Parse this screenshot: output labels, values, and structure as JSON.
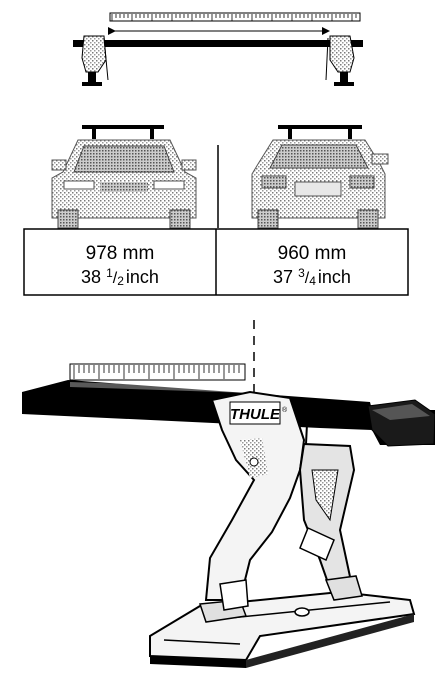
{
  "measurements": [
    {
      "value": "978 mm",
      "inches_whole": "38",
      "inches_num": "1",
      "inches_den": "2",
      "inches_unit": "inch"
    },
    {
      "value": "960 mm",
      "inches_whole": "37",
      "inches_num": "3",
      "inches_den": "4",
      "inches_unit": "inch"
    }
  ],
  "brand": {
    "name": "THULE",
    "mark": "®"
  },
  "colors": {
    "ink": "#000000",
    "paper": "#ffffff",
    "shade": "#9a9a9a",
    "light_shade": "#cfcfcf"
  },
  "icons": {
    "top_diagram": "roof-rack-bar-with-measurement-arrow",
    "front_car": "car-front-view-icon",
    "rear_car": "car-rear-view-icon",
    "foot": "roof-rack-foot-closeup"
  }
}
